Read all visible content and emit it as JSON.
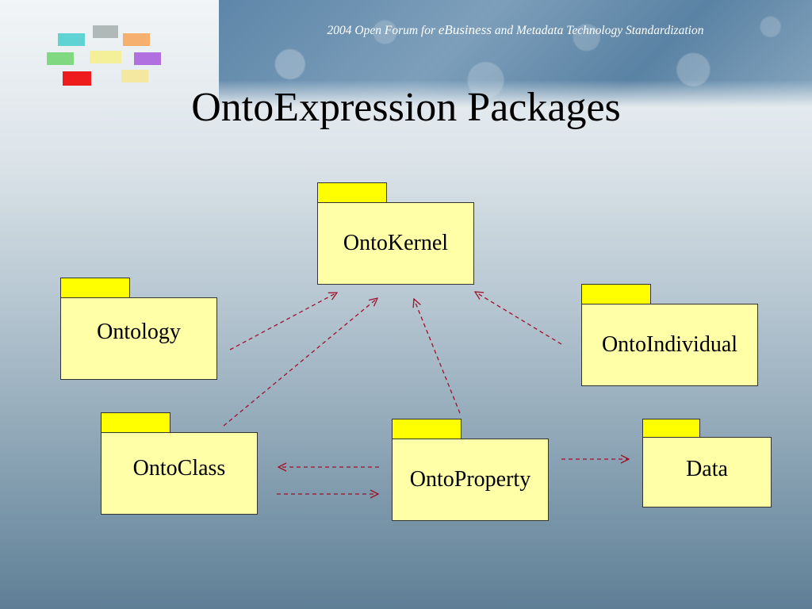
{
  "header": {
    "pre": "2004 Open Forum for ",
    "brand": "eBusiness",
    "post": " and Metadata Technology Standardization"
  },
  "title": "OntoExpression Packages",
  "packages": {
    "ontokernel": "OntoKernel",
    "ontology": "Ontology",
    "ontoindividual": "OntoIndividual",
    "ontoclass": "OntoClass",
    "ontoproperty": "OntoProperty",
    "data": "Data"
  },
  "colors": {
    "tab": "#ffff00",
    "package_body": "#ffffa8",
    "dependency_arrow": "#a0102a",
    "header_text": "#ffffff"
  },
  "logo": {
    "icon": "network-diagram-logo"
  }
}
